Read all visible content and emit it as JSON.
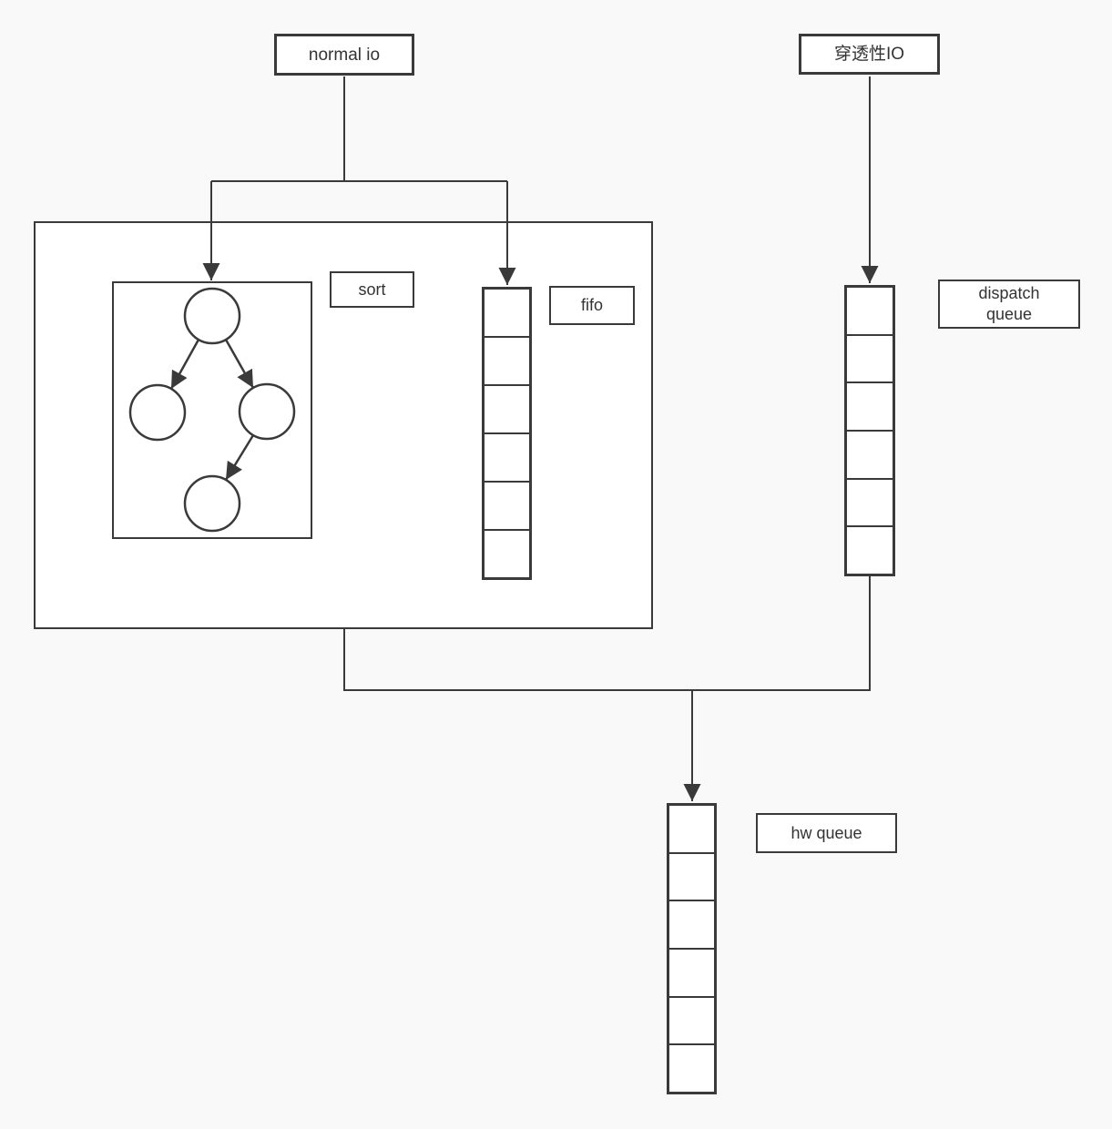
{
  "diagram": {
    "nodes": {
      "normal_io": {
        "label": "normal io"
      },
      "passthrough_io": {
        "label": "穿透性IO"
      },
      "sort": {
        "label": "sort"
      },
      "fifo": {
        "label": "fifo",
        "cells": 6
      },
      "dispatch_queue": {
        "label": "dispatch queue",
        "lines": [
          "dispatch",
          "queue"
        ],
        "cells": 6
      },
      "hw_queue": {
        "label": "hw queue",
        "cells": 6
      }
    },
    "tree": {
      "node_count": 4,
      "edges": [
        "root->left",
        "root->right",
        "right->bottom"
      ]
    },
    "flows": [
      "normal io -> sort",
      "normal io -> fifo",
      "穿透性IO -> dispatch queue",
      "scheduler box -> hw queue",
      "dispatch queue -> hw queue"
    ],
    "colors": {
      "line": "#3a3a3a",
      "fill": "#ffffff",
      "background": "#f9f9f9",
      "text": "#333333"
    }
  }
}
